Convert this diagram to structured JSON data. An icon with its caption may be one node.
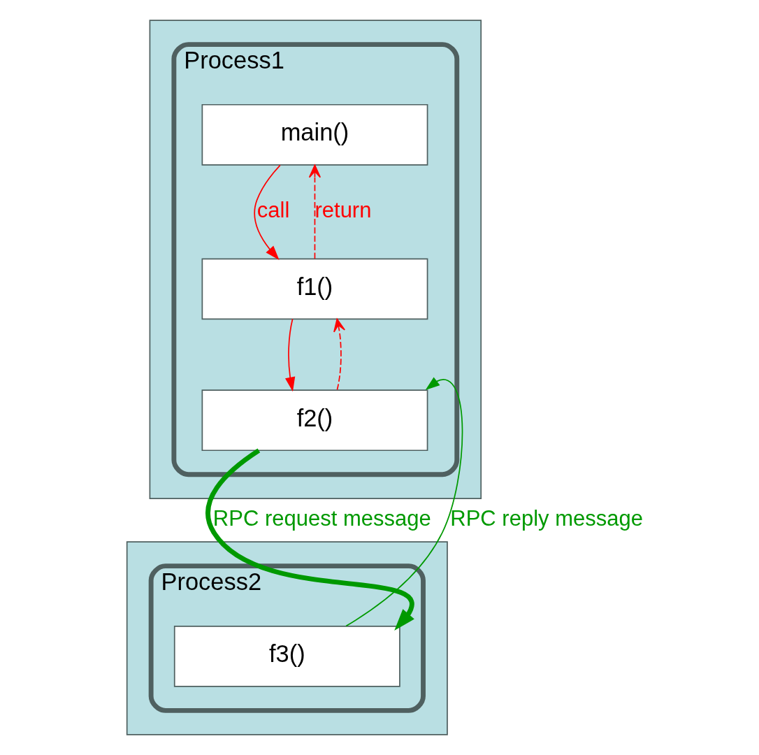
{
  "diagram": {
    "nodes": [
      {
        "text": [],
        "shape": "box"
      },
      {
        "text": [
          "Process1"
        ],
        "in": 0
      },
      {
        "text": [
          "main()"
        ],
        "in": 1
      },
      {
        "text": [
          "f1()"
        ],
        "in": 1
      },
      {
        "text": [
          "f2()"
        ],
        "in": 1
      },
      {
        "text": [],
        "shape": "box"
      },
      {
        "text": [
          "Process2"
        ],
        "in": 5
      },
      {
        "text": [
          "f3()"
        ],
        "in": 6
      }
    ],
    "edges": [
      {
        "from": 2,
        "to": 3,
        "arrow": "to",
        "label": "call"
      },
      {
        "from": 3,
        "to": 2,
        "arrow": "to",
        "label": "return",
        "style": "dashed"
      },
      {
        "from": 3,
        "to": 4,
        "arrow": "to"
      },
      {
        "from": 4,
        "to": 3,
        "arrow": "to",
        "style": "dashed"
      },
      {
        "from": 4,
        "to": 7,
        "arrow": "to",
        "label": "RPC request message",
        "style": "thick",
        "color": "#009900"
      },
      {
        "from": 7,
        "to": 4,
        "arrow": "to",
        "label": "RPC reply message",
        "color": "#009900"
      }
    ]
  }
}
